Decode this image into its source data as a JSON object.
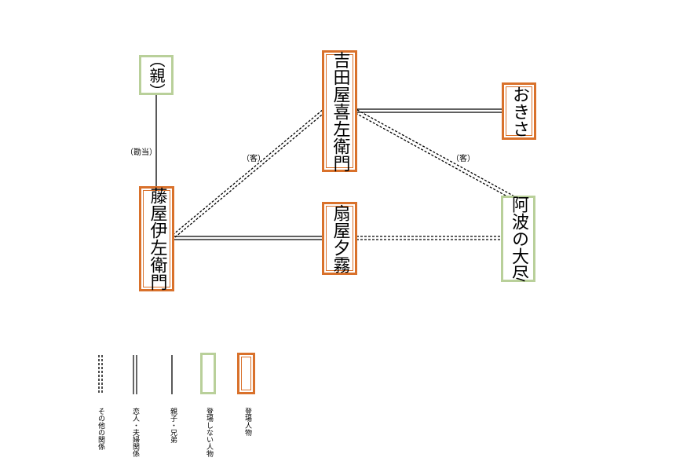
{
  "nodes": {
    "oya": {
      "label": "（親）",
      "type": "absent"
    },
    "kichiemon": {
      "label": "吉田屋喜左衛門",
      "type": "appear"
    },
    "okisa": {
      "label": "おきさ",
      "type": "appear"
    },
    "izaemon": {
      "label": "藤屋伊左衛門",
      "type": "appear"
    },
    "yugiri": {
      "label": "扇屋夕霧",
      "type": "appear"
    },
    "awa": {
      "label": "阿波の大尽",
      "type": "absent"
    }
  },
  "relation_labels": {
    "kando": "（勘当）",
    "kyaku1": "（客）",
    "kyaku2": "（客）"
  },
  "legend": {
    "other": "その他の関係",
    "couple": "恋人・夫婦関係",
    "family": "親子・兄弟",
    "absent": "登場しない人物",
    "appear": "登場人物"
  },
  "colors": {
    "appear_border": "#d9712b",
    "absent_border": "#b9d09a",
    "line": "#000000"
  }
}
